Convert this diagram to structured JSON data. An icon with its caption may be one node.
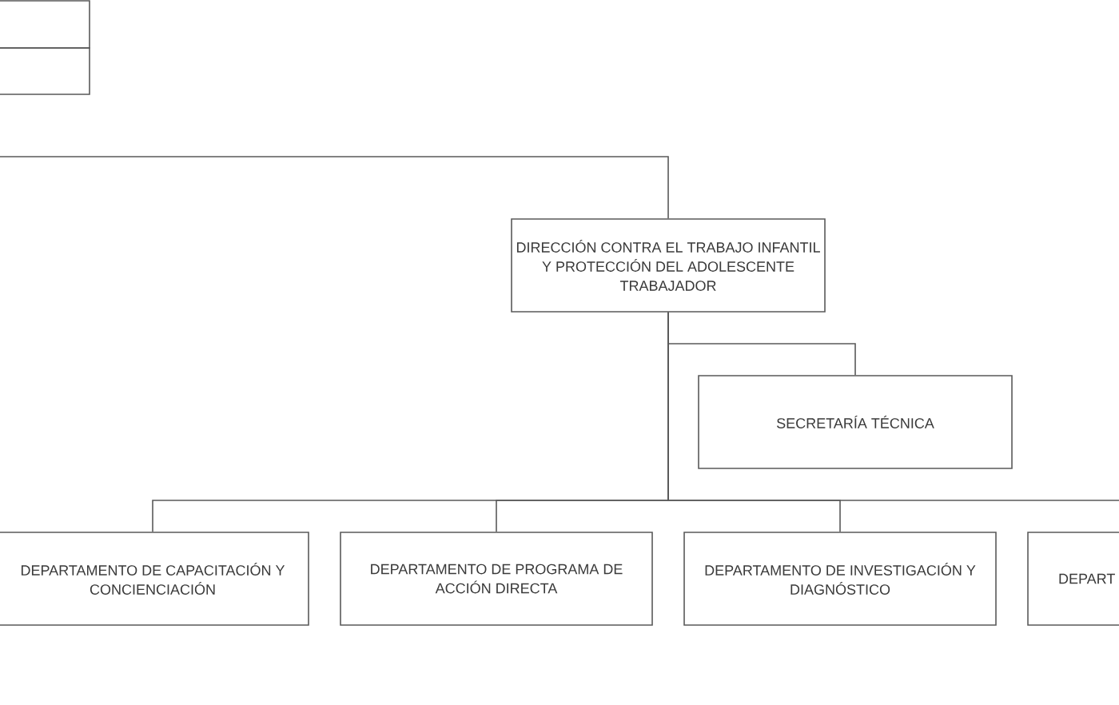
{
  "diagram": {
    "nodes": [
      {
        "text": [],
        "shape": "box"
      },
      {
        "text": [],
        "shape": "box"
      },
      {
        "text": [
          "DIRECCIÓN CONTRA EL TRABAJO INFANTIL Y PROTECCIÓN DEL ADOLESCENTE TRABAJADOR"
        ]
      },
      {
        "text": [
          "SECRETARÍA TÉCNICA"
        ]
      },
      {
        "text": [
          "DEPARTAMENTO DE CAPACITACIÓN Y CONCIENCIACIÓN"
        ]
      },
      {
        "text": [
          "DEPARTAMENTO DE PROGRAMA DE ACCIÓN DIRECTA"
        ]
      },
      {
        "text": [
          "DEPARTAMENTO DE INVESTIGACIÓN Y DIAGNÓSTICO"
        ]
      },
      {
        "text": [
          "DEPART"
        ]
      }
    ],
    "edges": [
      {
        "from": null,
        "to": 2,
        "arrow": "none"
      },
      {
        "from": 2,
        "to": 3,
        "arrow": "none"
      },
      {
        "from": 2,
        "to": 4,
        "arrow": "none"
      },
      {
        "from": 2,
        "to": 5,
        "arrow": "none"
      },
      {
        "from": 2,
        "to": 6,
        "arrow": "none"
      },
      {
        "from": 2,
        "to": null,
        "arrow": "none"
      }
    ]
  }
}
